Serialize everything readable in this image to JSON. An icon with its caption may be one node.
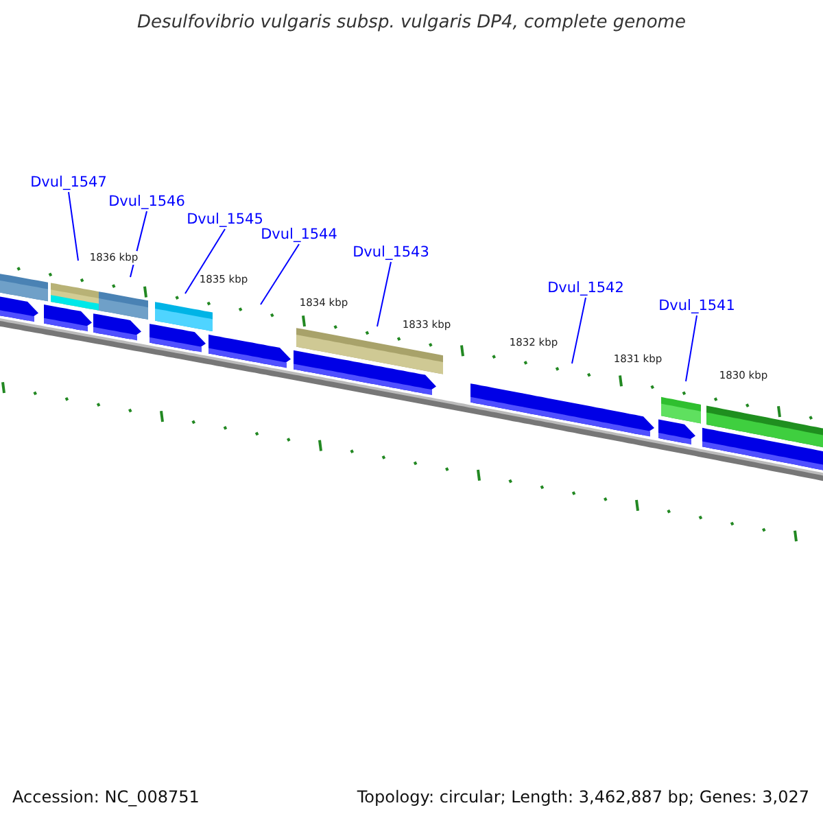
{
  "diagram": {
    "title": "Desulfovibrio vulgaris subsp. vulgaris DP4, complete genome",
    "nodes": [
      {
        "text": [
          "Dvul_1547"
        ]
      },
      {
        "text": [
          "Dvul_1546"
        ]
      },
      {
        "text": [
          "Dvul_1545"
        ]
      },
      {
        "text": [
          "Dvul_1544"
        ]
      },
      {
        "text": [
          "Dvul_1543"
        ]
      },
      {
        "text": [
          "Dvul_1542"
        ]
      },
      {
        "text": [
          "Dvul_1541"
        ]
      }
    ],
    "edges": [
      {
        "from": 0,
        "to": null,
        "arrow": "none"
      },
      {
        "from": 1,
        "to": null,
        "arrow": "none"
      },
      {
        "from": 2,
        "to": null,
        "arrow": "none"
      },
      {
        "from": 3,
        "to": null,
        "arrow": "none"
      },
      {
        "from": 4,
        "to": null,
        "arrow": "none"
      },
      {
        "from": 5,
        "to": null,
        "arrow": "none"
      },
      {
        "from": 6,
        "to": null,
        "arrow": "none"
      }
    ],
    "labels": [
      "1836 kbp",
      "1835 kbp",
      "1834 kbp",
      "1833 kbp",
      "1832 kbp",
      "1831 kbp",
      "1830 kbp",
      "Accession: NC_008751",
      "Topology: circular; Length: 3,462,887 bp; Genes: 3,027"
    ]
  }
}
